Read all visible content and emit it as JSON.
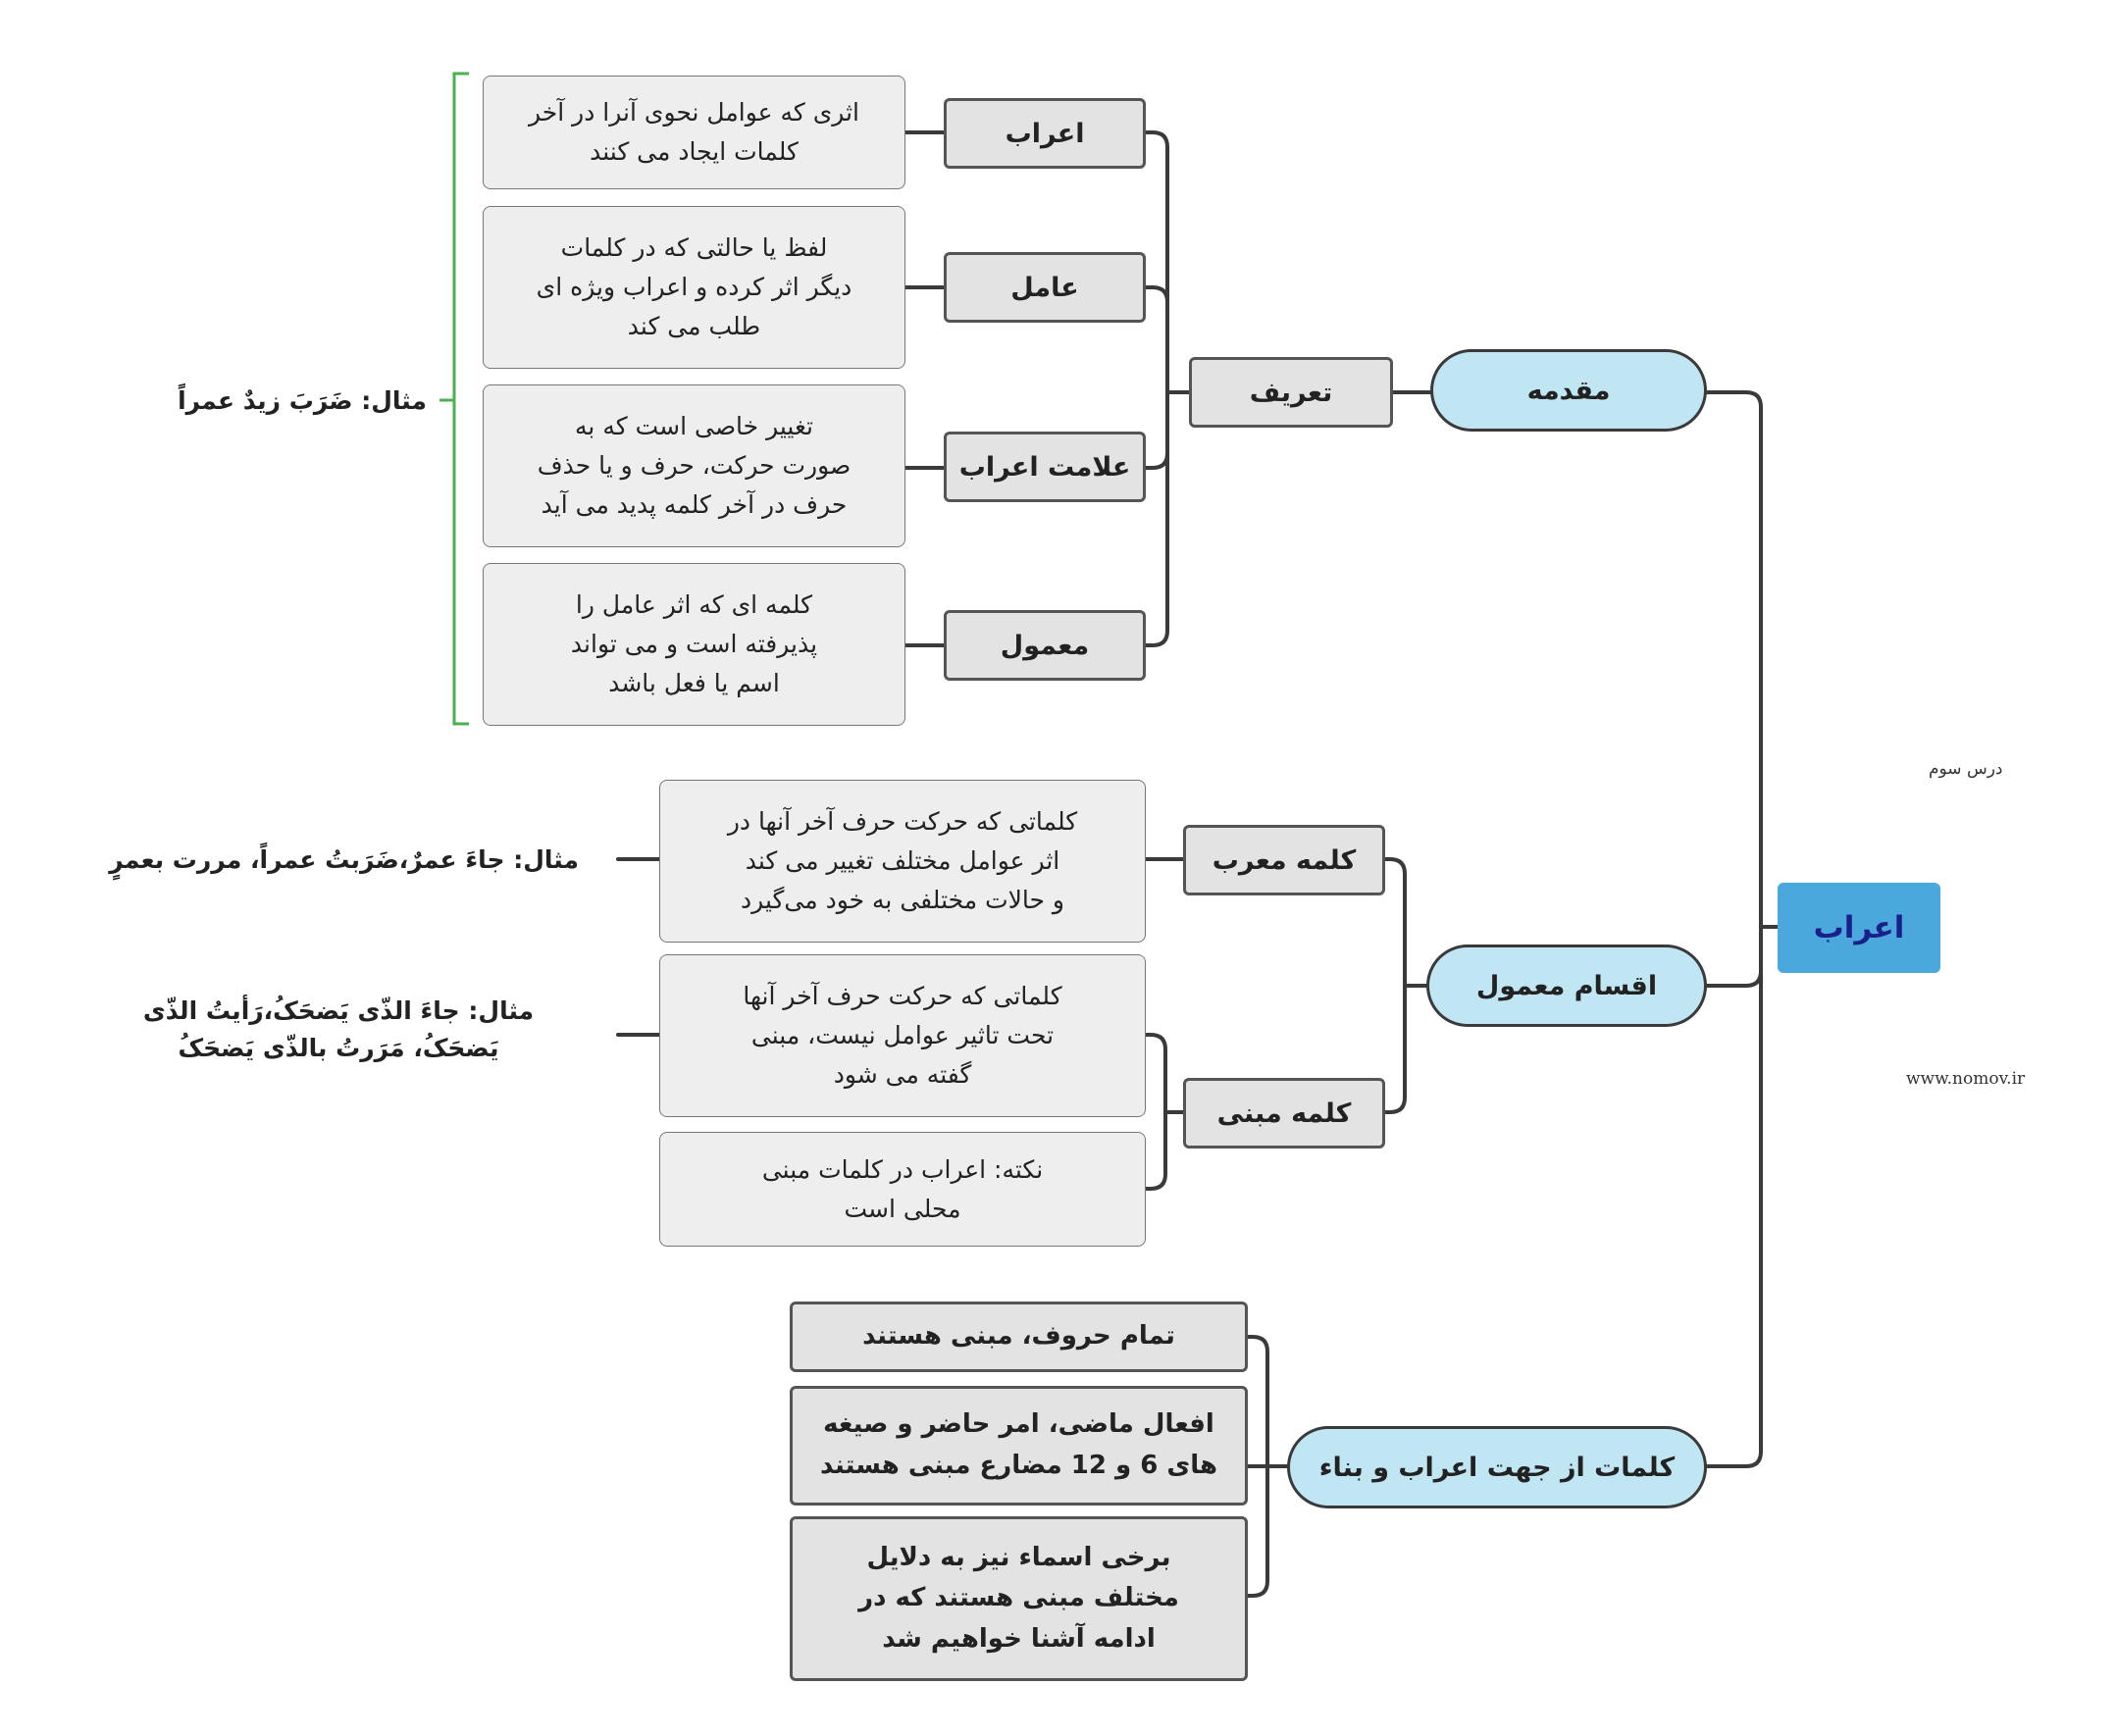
{
  "root": {
    "label": "اعراب"
  },
  "branches": {
    "muqaddame": {
      "label": "مقدمه",
      "tarif": {
        "label": "تعریف",
        "items": [
          {
            "term": "اعراب",
            "desc": "اثری که عوامل نحوی آنرا در آخر\nکلمات ایجاد می کنند"
          },
          {
            "term": "عامل",
            "desc": "لفظ یا حالتی که در کلمات\nدیگر اثر کرده و اعراب ویژه ای\nطلب می کند"
          },
          {
            "term": "علامت اعراب",
            "desc": "تغییر خاصی است که به\nصورت حرکت، حرف و یا حذف\nحرف در آخر کلمه پدید می آید"
          },
          {
            "term": "معمول",
            "desc": "کلمه ای که اثر عامل را\nپذیرفته است و می تواند\nاسم یا فعل باشد"
          }
        ],
        "example": "مثال: ضَرَبَ زیدٌ عمراً"
      }
    },
    "aqsam": {
      "label": "اقسام معمول",
      "murab": {
        "label": "کلمه معرب",
        "desc": "کلماتی که حرکت حرف آخر آنها در\nاثر عوامل مختلف تغییر می کند\nو حالات مختلفی به خود می‌گیرد",
        "example": "مثال: جاءَ عمرٌ،ضَرَبتُ عمراً، مررت بعمرٍ"
      },
      "mabni": {
        "label": "کلمه مبنی",
        "desc": "کلماتی که حرکت حرف آخر آنها\nتحت تاثیر عوامل نیست، مبنی\nگفته می شود",
        "note": "نکته:  اعراب در کلمات مبنی\nمحلی است",
        "example": "مثال: جاءَ الذّی یَضحَکُ،رَأیتُ الذّی\nیَضحَکُ، مَرَرتُ بالذّی یَضحَکُ"
      }
    },
    "kalamat": {
      "label": "کلمات از جهت اعراب و بناء",
      "items": [
        "تمام حروف، مبنی هستند",
        "افعال ماضی، امر حاضر و صیغه\nهای 6 و 12 مضارع مبنی هستند",
        "برخی اسماء نیز به دلایل\nمختلف مبنی هستند که در\nادامه آشنا خواهیم شد"
      ]
    }
  },
  "captions": {
    "lesson": "درس سوم",
    "website": "www.nomov.ir"
  },
  "colors": {
    "root": "#4aa8dc",
    "root_text": "#1a1f8a",
    "pill": "#bfe6f2",
    "box": "#e3e3e3",
    "desc": "#eeeeee",
    "bracket": "#4caf50",
    "line": "#3a3a3a"
  }
}
